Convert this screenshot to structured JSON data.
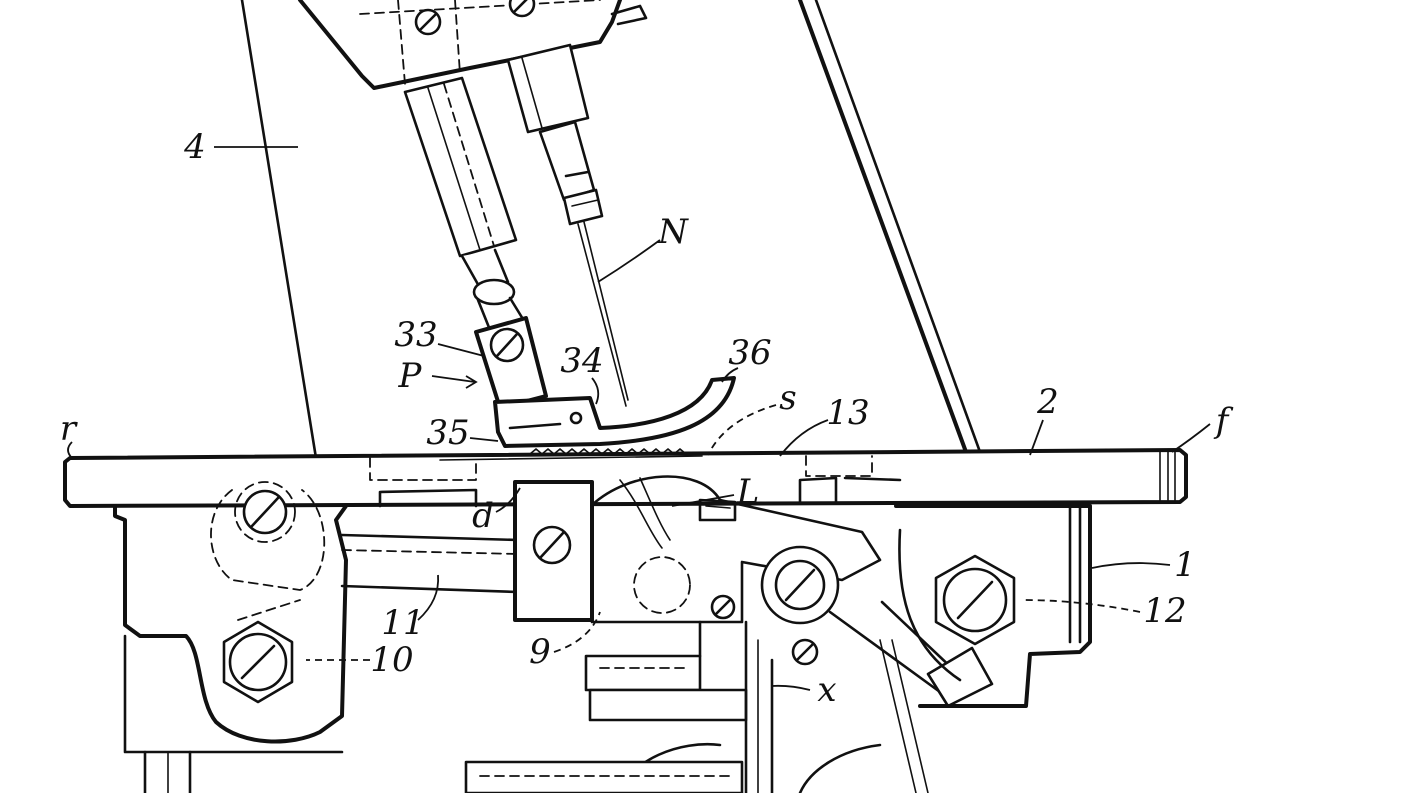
{
  "reference_numerals": [
    "4",
    "N",
    "33",
    "P",
    "34",
    "36",
    "r",
    "35",
    "s",
    "13",
    "2",
    "f",
    "d",
    "L",
    "1",
    "11",
    "9",
    "10",
    "12",
    "x"
  ],
  "colors": {
    "ink": "#111111",
    "paper": "#ffffff"
  }
}
